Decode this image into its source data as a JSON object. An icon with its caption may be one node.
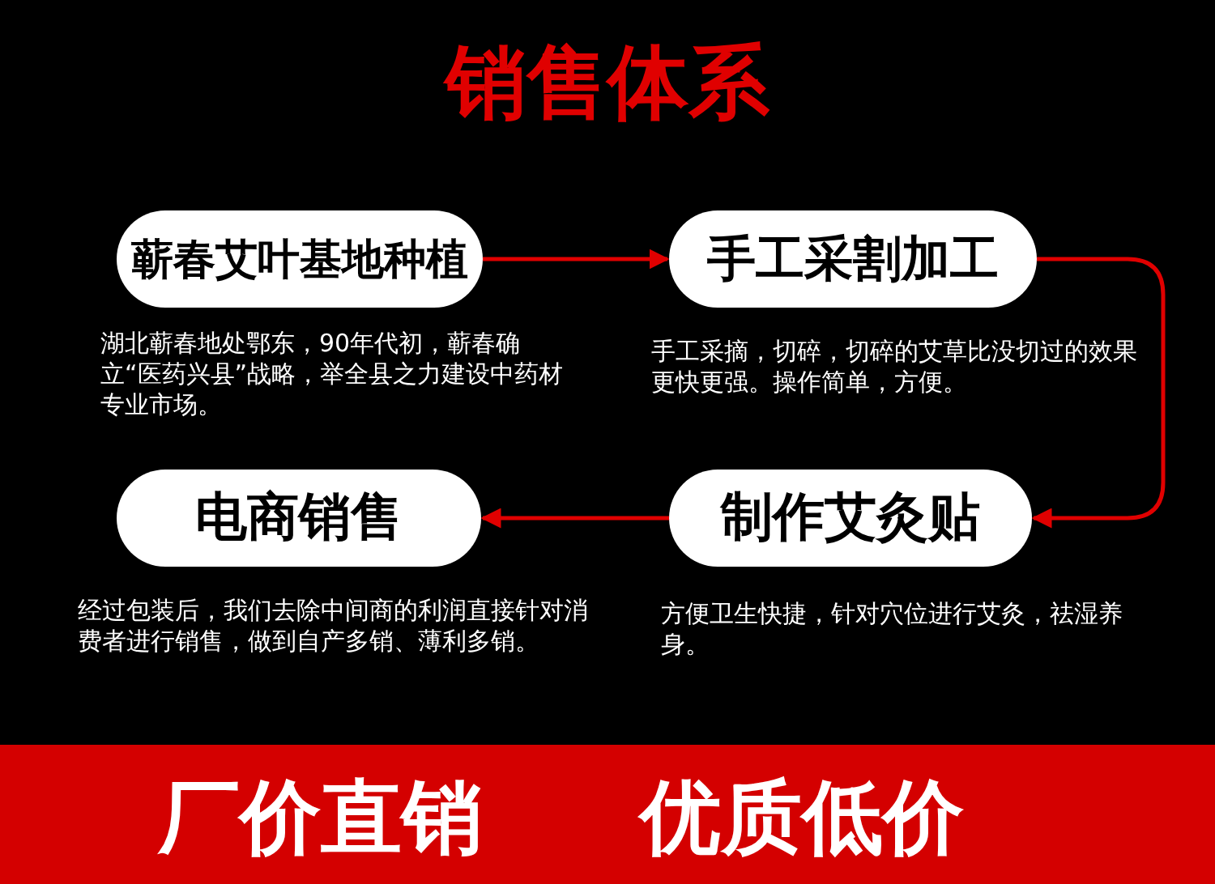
{
  "diagram": {
    "title": "销售体系",
    "nodes": [
      {
        "text": [
          "蕲春艾叶基地种植"
        ],
        "beside": [
          "湖北蕲春地处鄂东，90年代初，蕲春确立“医药兴县”战略，举全县之力建设中药材专业市场。"
        ]
      },
      {
        "text": [
          "手工采割加工"
        ],
        "beside": [
          "手工采摘，切碎，切碎的艾草比没切过的效果更快更强。操作简单，方便。"
        ]
      },
      {
        "text": [
          "电商销售"
        ],
        "beside": [
          "经过包装后，我们去除中间商的利润直接针对消费者进行销售，做到自产多销、薄利多销。"
        ]
      },
      {
        "text": [
          "制作艾灸贴"
        ],
        "beside": [
          "方便卫生快捷，针对穴位进行艾灸，祛湿养身。"
        ]
      }
    ],
    "edges": [
      {
        "from": 0,
        "to": 1,
        "arrow": "to"
      },
      {
        "from": 1,
        "to": 3,
        "arrow": "to"
      },
      {
        "from": 3,
        "to": 2,
        "arrow": "to"
      }
    ],
    "labels": [
      "厂价直销",
      "优质低价"
    ]
  }
}
